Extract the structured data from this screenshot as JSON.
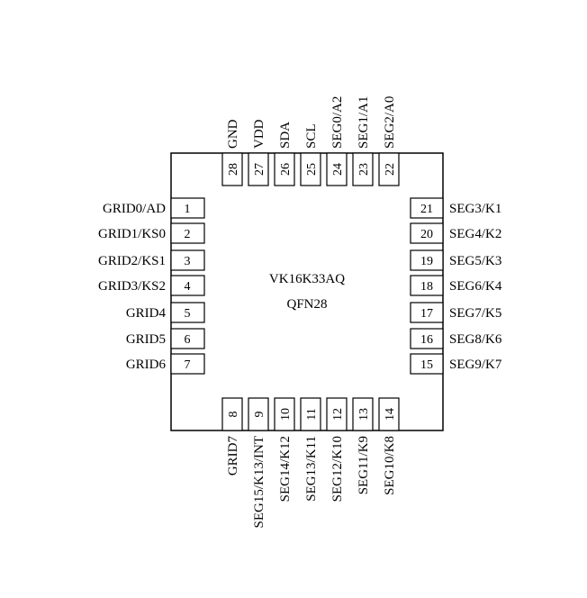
{
  "chip": {
    "part_number": "VK16K33AQ",
    "package": "QFN28"
  },
  "pins": {
    "left": [
      {
        "num": "1",
        "name": "GRID0/AD"
      },
      {
        "num": "2",
        "name": "GRID1/KS0"
      },
      {
        "num": "3",
        "name": "GRID2/KS1"
      },
      {
        "num": "4",
        "name": "GRID3/KS2"
      },
      {
        "num": "5",
        "name": "GRID4"
      },
      {
        "num": "6",
        "name": "GRID5"
      },
      {
        "num": "7",
        "name": "GRID6"
      }
    ],
    "bottom": [
      {
        "num": "8",
        "name": "GRID7"
      },
      {
        "num": "9",
        "name": "SEG15/K13/INT"
      },
      {
        "num": "10",
        "name": "SEG14/K12"
      },
      {
        "num": "11",
        "name": "SEG13/K11"
      },
      {
        "num": "12",
        "name": "SEG12/K10"
      },
      {
        "num": "13",
        "name": "SEG11/K9"
      },
      {
        "num": "14",
        "name": "SEG10/K8"
      }
    ],
    "right": [
      {
        "num": "21",
        "name": "SEG3/K1"
      },
      {
        "num": "20",
        "name": "SEG4/K2"
      },
      {
        "num": "19",
        "name": "SEG5/K3"
      },
      {
        "num": "18",
        "name": "SEG6/K4"
      },
      {
        "num": "17",
        "name": "SEG7/K5"
      },
      {
        "num": "16",
        "name": "SEG8/K6"
      },
      {
        "num": "15",
        "name": "SEG9/K7"
      }
    ],
    "top": [
      {
        "num": "28",
        "name": "GND"
      },
      {
        "num": "27",
        "name": "VDD"
      },
      {
        "num": "26",
        "name": "SDA"
      },
      {
        "num": "25",
        "name": "SCL"
      },
      {
        "num": "24",
        "name": "SEG0/A2"
      },
      {
        "num": "23",
        "name": "SEG1/A1"
      },
      {
        "num": "22",
        "name": "SEG2/A0"
      }
    ]
  }
}
